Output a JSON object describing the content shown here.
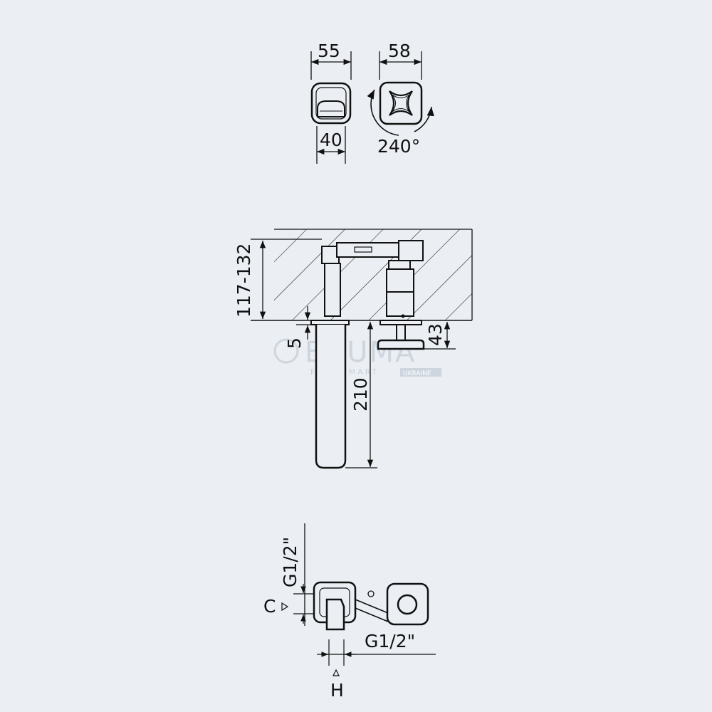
{
  "colors": {
    "background": "#ebeff4",
    "line": "#111111",
    "watermark": "#cdd5de"
  },
  "views": {
    "front_handle": {
      "width_top": "55",
      "width_bottom": "40"
    },
    "front_spout": {
      "width_top": "58",
      "rotation": "240°"
    },
    "side": {
      "wall_depth": "117-132",
      "plate_gap": "5",
      "projection_handle": "43",
      "spout_height": "210"
    },
    "plan": {
      "connection_vertical": "G1/2\"",
      "connection_horizontal": "G1/2\"",
      "marker_c": "C",
      "marker_h": "H"
    }
  },
  "watermark": {
    "brand": "BRUMA",
    "line2": "FLOWSMART",
    "tag": "UKRAINE"
  }
}
